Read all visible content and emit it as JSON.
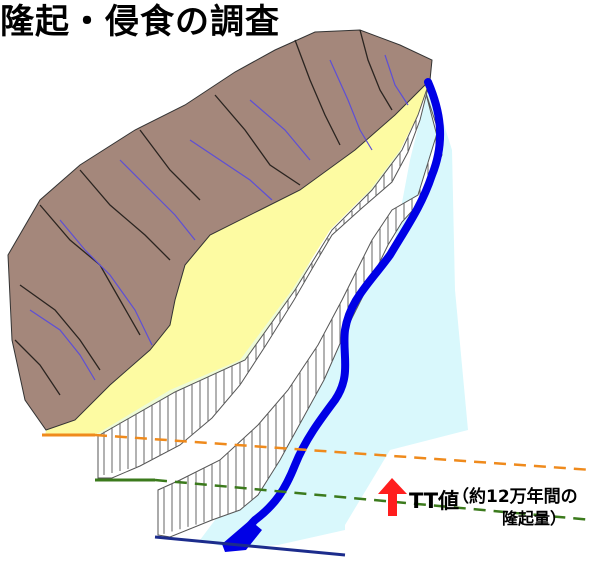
{
  "title": "隆起・侵食の調査",
  "annotation": {
    "tt_label": "TT値",
    "detail_line1": "（約12万年間の",
    "detail_line2": "隆起量）"
  },
  "colors": {
    "mountain": "#a4877b",
    "upper_terrace": "#fdfba2",
    "lower_terrace": "#eefbd8",
    "valley_floor": "#d9f8fc",
    "river": "#0000e6",
    "tributary": "#5d4fd6",
    "orange_level": "#ef8a1c",
    "green_level": "#3b7a1c",
    "blue_level": "#1c2c8c",
    "arrow": "#ff1e1e"
  }
}
